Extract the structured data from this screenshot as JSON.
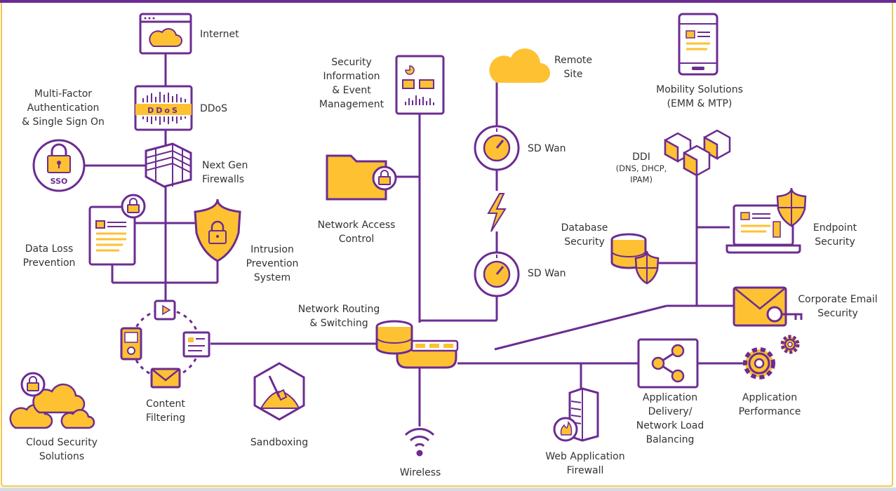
{
  "colors": {
    "purple": "#6b2c91",
    "yellow": "#fdc132",
    "text": "#333333",
    "border": "#f4c74d"
  },
  "icons": {
    "internet": "browser-cloud-icon",
    "ddos": "ddos-wave-icon",
    "firewall": "brick-wall-icon",
    "sso": "padlock-circle-icon",
    "dlp": "document-lock-icon",
    "ips": "shield-lock-icon",
    "content": "media-ring-icon",
    "cloud": "clouds-lock-icon",
    "sandbox": "sandbox-hexagon-icon",
    "siem": "dashboard-panel-icon",
    "nac": "folder-lock-icon",
    "wireless": "wifi-icon",
    "remote": "cloud-icon",
    "sdwan": "gauge-circle-icon",
    "bolt": "lightning-icon",
    "router": "router-switch-icon",
    "mobility": "smartphone-icon",
    "ddi": "cubes-icon",
    "dbsec": "database-shield-icon",
    "endpoint": "laptop-shield-icon",
    "email": "envelope-key-icon",
    "waf": "server-flame-icon",
    "adc": "share-node-icon",
    "perf": "gears-icon"
  },
  "labels": {
    "internet": "Internet",
    "ddos_badge": "DDoS",
    "ddos": "DDoS",
    "sso_badge": "SSO",
    "mfa": "Multi-Factor\nAuthentication\n& Single Sign On",
    "ngfw": "Next Gen\nFirewalls",
    "dlp": "Data Loss\nPrevention",
    "ips": "Intrusion\nPrevention\nSystem",
    "content": "Content\nFiltering",
    "cloud": "Cloud Security\nSolutions",
    "sandbox": "Sandboxing",
    "siem": "Security\nInformation\n& Event\nManagement",
    "nac": "Network Access\nControl",
    "routing": "Network Routing\n& Switching",
    "wireless": "Wireless",
    "remote": "Remote\nSite",
    "sdwan1": "SD Wan",
    "sdwan2": "SD Wan",
    "mobility": "Mobility Solutions\n(EMM & MTP)",
    "ddi": "DDI",
    "ddi_sub": "(DNS, DHCP,\nIPAM)",
    "dbsec": "Database\nSecurity",
    "endpoint": "Endpoint\nSecurity",
    "email": "Corporate Email\nSecurity",
    "waf": "Web Application\nFirewall",
    "adc": "Application\nDelivery/\nNetwork Load\nBalancing",
    "perf": "Application\nPerformance"
  }
}
